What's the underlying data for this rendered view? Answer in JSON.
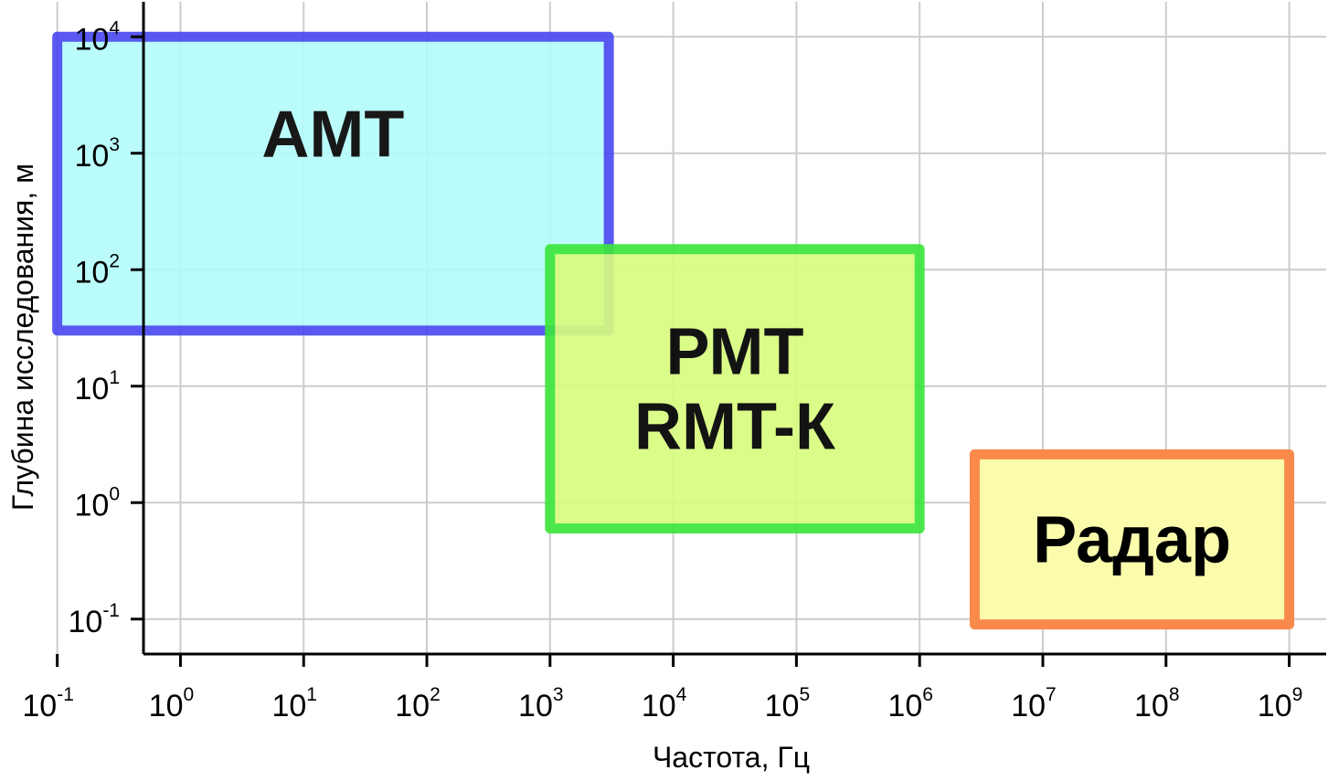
{
  "chart_data": {
    "type": "range-boxes",
    "xlabel": "Частота, Гц",
    "ylabel": "Глубина исследования, м",
    "xscale": "log",
    "yscale": "log",
    "xlim_exp": [
      -0.3,
      9.3
    ],
    "ylim_exp": [
      -1.3,
      4.3
    ],
    "x_ticks": [
      {
        "base": "10",
        "exp": "-1",
        "value": 0.1
      },
      {
        "base": "10",
        "exp": "0",
        "value": 1
      },
      {
        "base": "10",
        "exp": "1",
        "value": 10
      },
      {
        "base": "10",
        "exp": "2",
        "value": 100
      },
      {
        "base": "10",
        "exp": "3",
        "value": 1000
      },
      {
        "base": "10",
        "exp": "4",
        "value": 10000
      },
      {
        "base": "10",
        "exp": "5",
        "value": 100000
      },
      {
        "base": "10",
        "exp": "6",
        "value": 1000000
      },
      {
        "base": "10",
        "exp": "7",
        "value": 10000000
      },
      {
        "base": "10",
        "exp": "8",
        "value": 100000000
      },
      {
        "base": "10",
        "exp": "9",
        "value": 1000000000
      }
    ],
    "y_ticks": [
      {
        "base": "10",
        "exp": "-1",
        "value": 0.1
      },
      {
        "base": "10",
        "exp": "0",
        "value": 1
      },
      {
        "base": "10",
        "exp": "1",
        "value": 10
      },
      {
        "base": "10",
        "exp": "2",
        "value": 100
      },
      {
        "base": "10",
        "exp": "3",
        "value": 1000
      },
      {
        "base": "10",
        "exp": "4",
        "value": 10000
      }
    ],
    "grid": true,
    "regions": [
      {
        "name": "АМТ",
        "lines": [
          "АМТ"
        ],
        "x_range": [
          0.1,
          3000
        ],
        "y_range": [
          30,
          10000
        ],
        "fill": "#b3fcfc",
        "stroke": "#4848f0",
        "opacity": 0.9
      },
      {
        "name": "РМТ",
        "lines": [
          "РМТ",
          "RMT-К"
        ],
        "x_range": [
          1000,
          1000000
        ],
        "y_range": [
          0.6,
          150
        ],
        "fill": "#d8fc80",
        "stroke": "#3ce63c",
        "opacity": 0.92
      },
      {
        "name": "Радар",
        "lines": [
          "Радар"
        ],
        "x_range": [
          2800000,
          1000000000
        ],
        "y_range": [
          0.09,
          2.6
        ],
        "fill": "#fafcac",
        "stroke": "#fa8a4c",
        "opacity": 1.0
      }
    ]
  }
}
